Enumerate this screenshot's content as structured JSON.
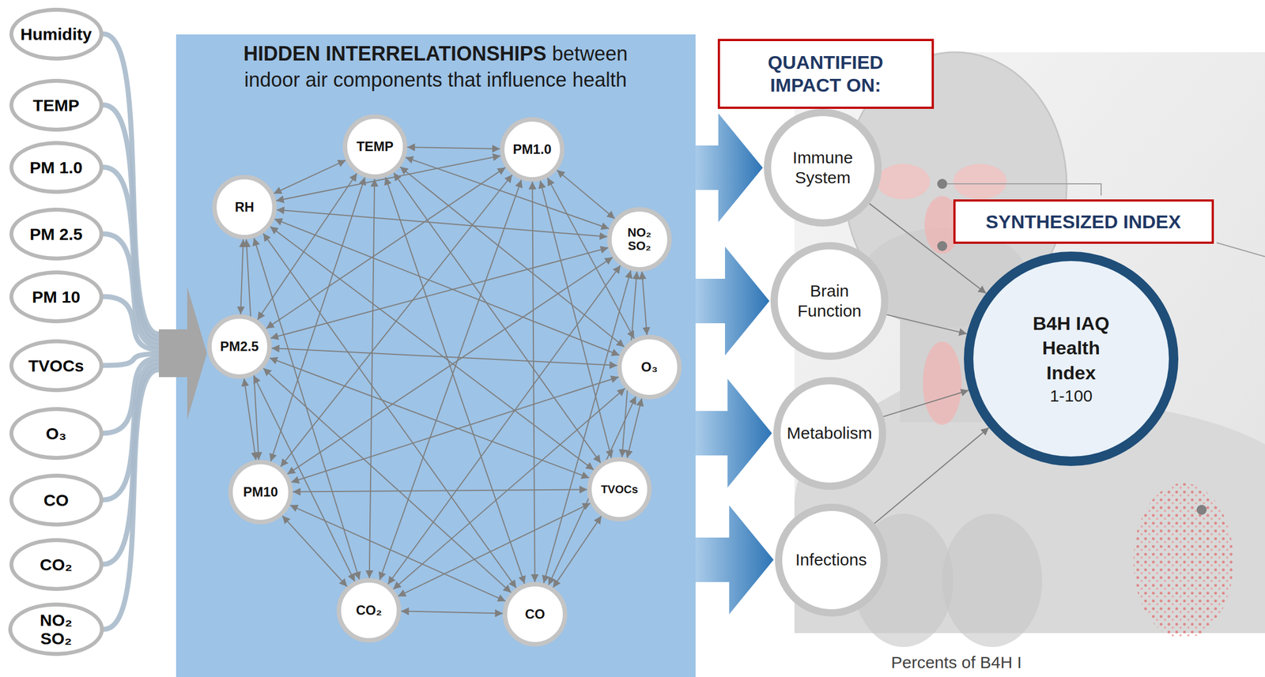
{
  "diagram": {
    "nodes": [
      {
        "text": [
          "Humidity"
        ]
      },
      {
        "text": [
          "TEMP"
        ]
      },
      {
        "text": [
          "PM 1.0"
        ]
      },
      {
        "text": [
          "PM 2.5"
        ]
      },
      {
        "text": [
          "PM 10"
        ]
      },
      {
        "text": [
          "TVOCs"
        ]
      },
      {
        "text": [
          "O₃"
        ]
      },
      {
        "text": [
          "CO"
        ]
      },
      {
        "text": [
          "CO₂"
        ]
      },
      {
        "text": [
          "NO₂ SO₂"
        ]
      },
      {
        "text": [
          "HIDDEN INTERRELATIONSHIPS",
          "between indoor air components that influence health"
        ]
      },
      {
        "text": [
          "TEMP"
        ],
        "in": 10
      },
      {
        "text": [
          "PM1.0"
        ],
        "in": 10
      },
      {
        "text": [
          "RH"
        ],
        "in": 10
      },
      {
        "text": [
          "NO₂ SO₂"
        ],
        "in": 10
      },
      {
        "text": [
          "PM2.5"
        ],
        "in": 10
      },
      {
        "text": [
          "O₃"
        ],
        "in": 10
      },
      {
        "text": [
          "PM10"
        ],
        "in": 10
      },
      {
        "text": [
          "TVOCs"
        ],
        "in": 10
      },
      {
        "text": [
          "CO₂"
        ],
        "in": 10
      },
      {
        "text": [
          "CO"
        ],
        "in": 10
      },
      {
        "text": [
          "QUANTIFIED IMPACT ON:"
        ]
      },
      {
        "text": [
          "Immune System"
        ]
      },
      {
        "text": [
          "Brain Function"
        ]
      },
      {
        "text": [
          "Metabolism"
        ]
      },
      {
        "text": [
          "Infections"
        ]
      },
      {
        "text": [
          "SYNTHESIZED INDEX"
        ]
      },
      {
        "text": [
          "B4H IAQ Health Index",
          "1-100"
        ]
      }
    ],
    "edges": [
      {
        "from": 0,
        "to": 10,
        "arrow": "to"
      },
      {
        "from": 1,
        "to": 10,
        "arrow": "to"
      },
      {
        "from": 2,
        "to": 10,
        "arrow": "to"
      },
      {
        "from": 3,
        "to": 10,
        "arrow": "to"
      },
      {
        "from": 4,
        "to": 10,
        "arrow": "to"
      },
      {
        "from": 5,
        "to": 10,
        "arrow": "to"
      },
      {
        "from": 6,
        "to": 10,
        "arrow": "to"
      },
      {
        "from": 7,
        "to": 10,
        "arrow": "to"
      },
      {
        "from": 8,
        "to": 10,
        "arrow": "to"
      },
      {
        "from": 9,
        "to": 10,
        "arrow": "to"
      },
      {
        "from": 11,
        "to": 12,
        "arrow": "both"
      },
      {
        "from": 11,
        "to": 13,
        "arrow": "both"
      },
      {
        "from": 11,
        "to": 14,
        "arrow": "both"
      },
      {
        "from": 11,
        "to": 15,
        "arrow": "both"
      },
      {
        "from": 11,
        "to": 16,
        "arrow": "both"
      },
      {
        "from": 11,
        "to": 17,
        "arrow": "both"
      },
      {
        "from": 11,
        "to": 18,
        "arrow": "both"
      },
      {
        "from": 11,
        "to": 19,
        "arrow": "both"
      },
      {
        "from": 11,
        "to": 20,
        "arrow": "both"
      },
      {
        "from": 12,
        "to": 13,
        "arrow": "both"
      },
      {
        "from": 12,
        "to": 14,
        "arrow": "both"
      },
      {
        "from": 12,
        "to": 15,
        "arrow": "both"
      },
      {
        "from": 12,
        "to": 16,
        "arrow": "both"
      },
      {
        "from": 12,
        "to": 17,
        "arrow": "both"
      },
      {
        "from": 12,
        "to": 18,
        "arrow": "both"
      },
      {
        "from": 12,
        "to": 19,
        "arrow": "both"
      },
      {
        "from": 12,
        "to": 20,
        "arrow": "both"
      },
      {
        "from": 13,
        "to": 14,
        "arrow": "both"
      },
      {
        "from": 13,
        "to": 15,
        "arrow": "both"
      },
      {
        "from": 13,
        "to": 16,
        "arrow": "both"
      },
      {
        "from": 13,
        "to": 17,
        "arrow": "both"
      },
      {
        "from": 13,
        "to": 18,
        "arrow": "both"
      },
      {
        "from": 13,
        "to": 19,
        "arrow": "both"
      },
      {
        "from": 13,
        "to": 20,
        "arrow": "both"
      },
      {
        "from": 14,
        "to": 15,
        "arrow": "both"
      },
      {
        "from": 14,
        "to": 16,
        "arrow": "both"
      },
      {
        "from": 14,
        "to": 17,
        "arrow": "both"
      },
      {
        "from": 14,
        "to": 18,
        "arrow": "both"
      },
      {
        "from": 14,
        "to": 19,
        "arrow": "both"
      },
      {
        "from": 14,
        "to": 20,
        "arrow": "both"
      },
      {
        "from": 15,
        "to": 16,
        "arrow": "both"
      },
      {
        "from": 15,
        "to": 17,
        "arrow": "both"
      },
      {
        "from": 15,
        "to": 18,
        "arrow": "both"
      },
      {
        "from": 15,
        "to": 19,
        "arrow": "both"
      },
      {
        "from": 15,
        "to": 20,
        "arrow": "both"
      },
      {
        "from": 16,
        "to": 17,
        "arrow": "both"
      },
      {
        "from": 16,
        "to": 18,
        "arrow": "both"
      },
      {
        "from": 16,
        "to": 19,
        "arrow": "both"
      },
      {
        "from": 16,
        "to": 20,
        "arrow": "both"
      },
      {
        "from": 17,
        "to": 18,
        "arrow": "both"
      },
      {
        "from": 17,
        "to": 19,
        "arrow": "both"
      },
      {
        "from": 17,
        "to": 20,
        "arrow": "both"
      },
      {
        "from": 18,
        "to": 19,
        "arrow": "both"
      },
      {
        "from": 18,
        "to": 20,
        "arrow": "both"
      },
      {
        "from": 19,
        "to": 20,
        "arrow": "both"
      },
      {
        "from": 10,
        "to": 22,
        "arrow": "to"
      },
      {
        "from": 10,
        "to": 23,
        "arrow": "to"
      },
      {
        "from": 10,
        "to": 24,
        "arrow": "to"
      },
      {
        "from": 10,
        "to": 25,
        "arrow": "to"
      },
      {
        "from": 22,
        "to": 27,
        "arrow": "to"
      },
      {
        "from": 23,
        "to": 27,
        "arrow": "to"
      },
      {
        "from": 24,
        "to": 27,
        "arrow": "to"
      },
      {
        "from": 25,
        "to": 27,
        "arrow": "to"
      }
    ],
    "labels": [
      "Percents of B4H I"
    ]
  }
}
